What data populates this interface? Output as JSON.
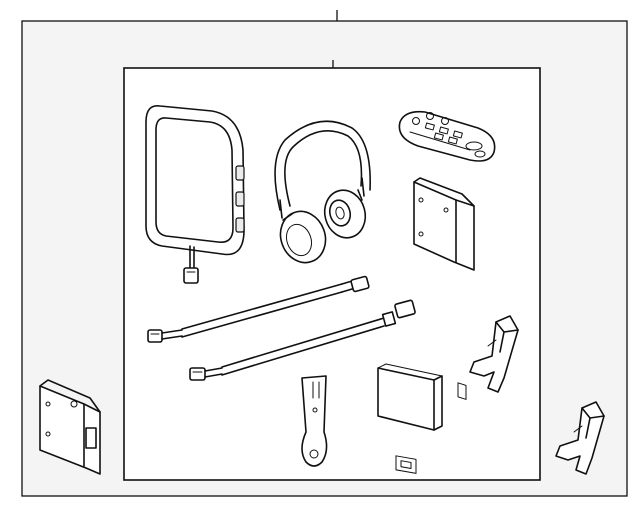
{
  "diagram": {
    "colors": {
      "outer_background": "#f4f4f4",
      "inner_background": "#ffffff",
      "line": "#111111"
    },
    "parts": [
      {
        "id": "display-screen",
        "icon": "headrest-monitor"
      },
      {
        "id": "wireless-headphones",
        "icon": "headphones"
      },
      {
        "id": "remote-control",
        "icon": "remote"
      },
      {
        "id": "dvd-bracket",
        "icon": "bracket"
      },
      {
        "id": "cable-upper",
        "icon": "harness"
      },
      {
        "id": "cable-lower",
        "icon": "harness"
      },
      {
        "id": "mounting-clip-a",
        "icon": "clip"
      },
      {
        "id": "mounting-clip-b",
        "icon": "clip"
      },
      {
        "id": "instruction-booklet",
        "icon": "manual"
      },
      {
        "id": "strap-tool",
        "icon": "strap"
      },
      {
        "id": "control-module",
        "icon": "module"
      }
    ]
  }
}
